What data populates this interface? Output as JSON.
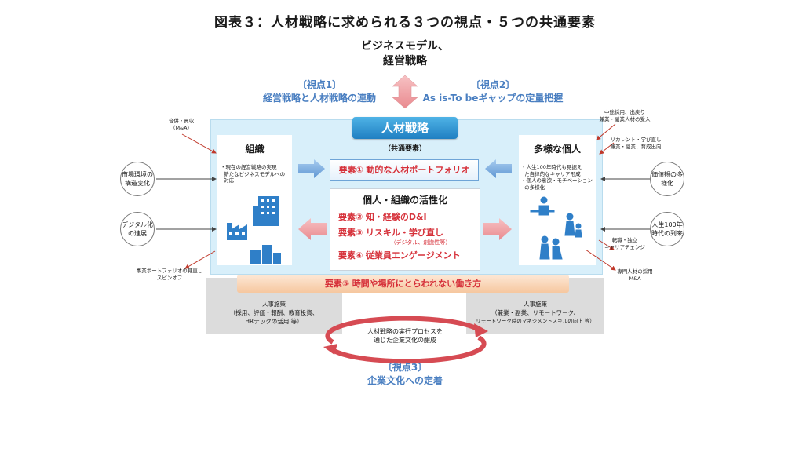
{
  "title": "図表３：人材戦略に求められる３つの視点・５つの共通要素",
  "top": {
    "line1": "ビジネスモデル、",
    "line2": "経営戦略"
  },
  "view1": {
    "tag": "〔視点1〕",
    "text": "経営戦略と人材戦略の連動"
  },
  "view2": {
    "tag": "〔視点2〕",
    "text": "As is-To beギャップの定量把握"
  },
  "view3": {
    "tag": "〔視点3〕",
    "text": "企業文化への定着"
  },
  "hr_strategy": "人材戦略",
  "common_elements": "（共通要素）",
  "org": {
    "title": "組織",
    "bullets": [
      "・現在の経営戦略の実現",
      "  新たなビジネスモデルへの",
      "  対応"
    ]
  },
  "individual": {
    "title": "多様な個人",
    "bullets": [
      "・人生100年時代も見据え",
      "  た自律的なキャリア形成",
      "・個人の意欲・モチベーション",
      "  の多様化"
    ]
  },
  "element1": {
    "tag": "要素①",
    "text": "動的な人材ポートフォリオ"
  },
  "activation_title": "個人・組織の活性化",
  "element2": {
    "tag": "要素②",
    "text": "知・経験のD&I"
  },
  "element3": {
    "tag": "要素③",
    "text": "リスキル・学び直し",
    "note": "（デジタル、創造性等）"
  },
  "element4": {
    "tag": "要素④",
    "text": "従業員エンゲージメント"
  },
  "element5": {
    "tag": "要素⑤",
    "text": "時間や場所にとらわれない働き方"
  },
  "hr_policy_left": {
    "title": "人事施策",
    "line1": "（採用、評価・報酬、教育投資、",
    "line2": "HRテックの活用 等）"
  },
  "hr_policy_right": {
    "title": "人事施策",
    "line1": "（兼業・副業、リモートワーク、",
    "line2": "リモートワーク時のマネジメントスキルの向上 等）"
  },
  "cycle": {
    "line1": "人材戦略の実行プロセスを",
    "line2": "通じた企業文化の醸成"
  },
  "left_circles": {
    "c1": "市場環境の構造変化",
    "c2": "デジタル化の進展"
  },
  "right_circles": {
    "c1": "価値観の多様化",
    "c2": "人生100年時代の到来"
  },
  "left_notes": {
    "merger_l1": "合併・買収",
    "merger_l2": "（M&A）",
    "spin_l1": "事業ポートフォリオの見直し",
    "spin_l2": "スピンオフ"
  },
  "right_notes": {
    "mid_l1": "中途採用、出戻り",
    "mid_l2": "兼業・副業人材の受入",
    "recur_l1": "リカレント・学び直し",
    "recur_l2": "兼業・副業、育成出向",
    "career_l1": "転職・独立",
    "career_l2": "キャリアチェンジ",
    "pro_l1": "専門人材の採用",
    "pro_l2": "M&A"
  },
  "colors": {
    "accent_blue": "#4a7fc1",
    "red": "#d6313a",
    "tab_blue": "#1f7fc2",
    "panel_bg": "#d8effa"
  },
  "icons": [
    "double-arrow-vertical-icon",
    "buildings-icon",
    "factory-icon",
    "people-icon",
    "cycle-arrows-icon"
  ]
}
